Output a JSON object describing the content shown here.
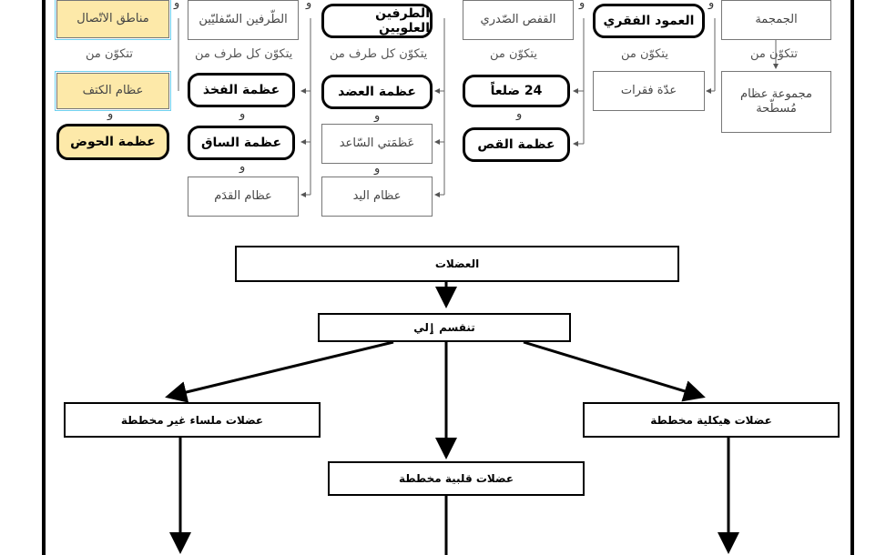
{
  "top_tree": {
    "col1": {
      "header": "الجمجمة",
      "label": "تتكوّن من",
      "child": "مجموعة عظام مُسطّحة"
    },
    "col2": {
      "header": "العمود الفقري",
      "label": "يتكوّن من",
      "child": "عدّة فقرات"
    },
    "col3": {
      "header": "القفص الصّدري",
      "label": "يتكوّن من",
      "items": [
        "24 ضلعاً",
        "عظمة القص"
      ]
    },
    "col4": {
      "header": "الطرفين العلويين",
      "label": "يتكوّن كل طرف من",
      "items": [
        "عظمة العضد",
        "عَظمَتي السّاعد",
        "عظام اليد"
      ]
    },
    "col5": {
      "header": "الطّرفين السّفليّين",
      "label": "يتكوّن كل طرف من",
      "items": [
        "عظمة الفخذ",
        "عظمة الساق",
        "عظام القدَم"
      ]
    },
    "col6": {
      "header": "مناطق الاتّصال",
      "label": "تتكوّن من",
      "items": [
        "عظام الكتف",
        "عظمة الحوض"
      ]
    },
    "conjunction": "و"
  },
  "muscles": {
    "root": "العضلات",
    "divide": "تنقسم ٳلي",
    "types": {
      "skeletal": "عضلات هيكلية مخططة",
      "cardiac": "عضلات قلبية مخططة",
      "smooth": "عضلات ملساء غير مخططة"
    }
  }
}
